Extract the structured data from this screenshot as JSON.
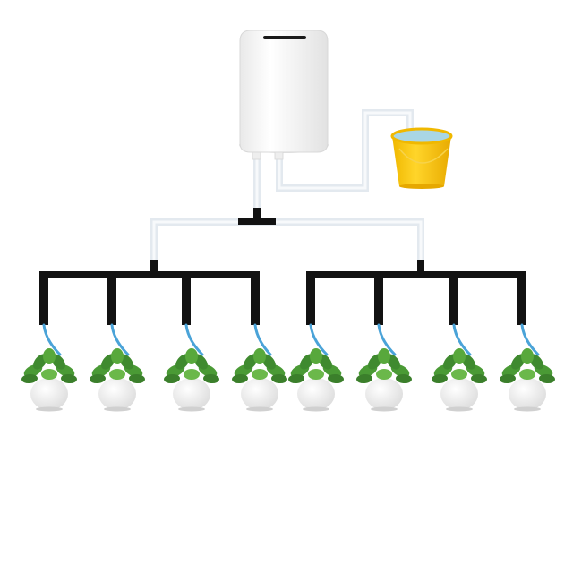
{
  "scene": {
    "subject": "automatic-drip-irrigation-kit",
    "plant_count": 8,
    "branch_groups": 2,
    "outlets_per_group": 4,
    "colors": {
      "background": "#ffffff",
      "pump_body": "#f7f7f7",
      "pump_slot": "#1a1a1a",
      "supply_tube": "#e6ecf2",
      "manifold_pipe": "#121212",
      "drip_tube": "#4aa3d8",
      "bucket": "#f5c400",
      "water": "#a9d6e4",
      "pot": "#f2f2f2",
      "leaf": "#3f8a2f"
    },
    "icons": [
      "water-pump-icon",
      "water-bucket-icon",
      "tee-connector-icon",
      "potted-plant-icon"
    ]
  }
}
